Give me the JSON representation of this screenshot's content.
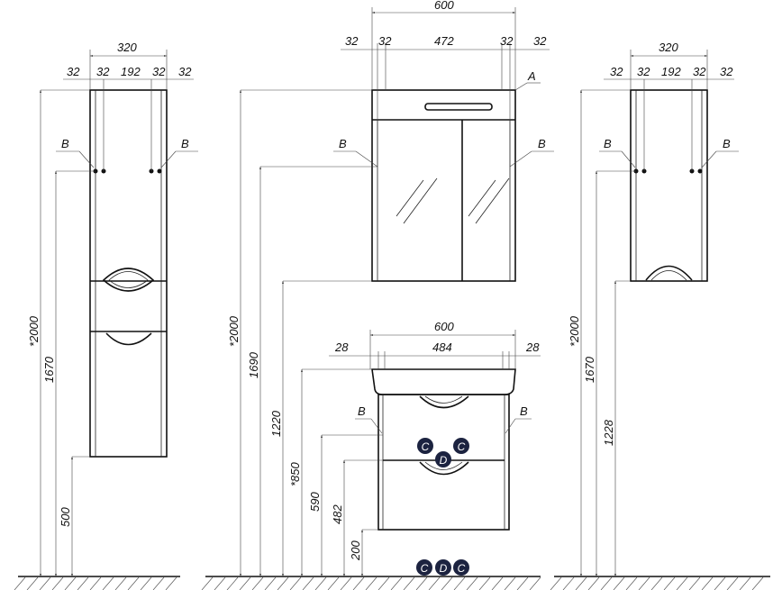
{
  "left_cabinet": {
    "width": "320",
    "offsets": [
      "32",
      "32",
      "192",
      "32",
      "32"
    ],
    "height_total": "*2000",
    "hole_height": "1670",
    "bottom_height": "500",
    "mark_left": "B",
    "mark_right": "B"
  },
  "mirror": {
    "width": "600",
    "offsets": [
      "32",
      "32",
      "472",
      "32",
      "32"
    ],
    "mark_a": "A",
    "mark_left": "B",
    "mark_right": "B"
  },
  "middle_heights": {
    "total": "*2000",
    "mirror_holes": "1690",
    "mirror_bottom": "1220",
    "sink_top": "*850",
    "cabinet_holes": "590",
    "cabinet_drawer": "482",
    "cabinet_bottom": "200"
  },
  "vanity": {
    "width": "600",
    "offsets": [
      "28",
      "484",
      "28"
    ],
    "mark_left": "B",
    "mark_right": "B",
    "markers": [
      "C",
      "C",
      "D"
    ],
    "floor_markers": [
      "C",
      "D",
      "C"
    ]
  },
  "right_cabinet": {
    "width": "320",
    "offsets": [
      "32",
      "32",
      "192",
      "32",
      "32"
    ],
    "height_total": "*2000",
    "hole_height": "1670",
    "bottom_height": "1228",
    "mark_left": "B",
    "mark_right": "B"
  },
  "colors": {
    "marker_fill": "#1c2340",
    "line": "#222222"
  }
}
